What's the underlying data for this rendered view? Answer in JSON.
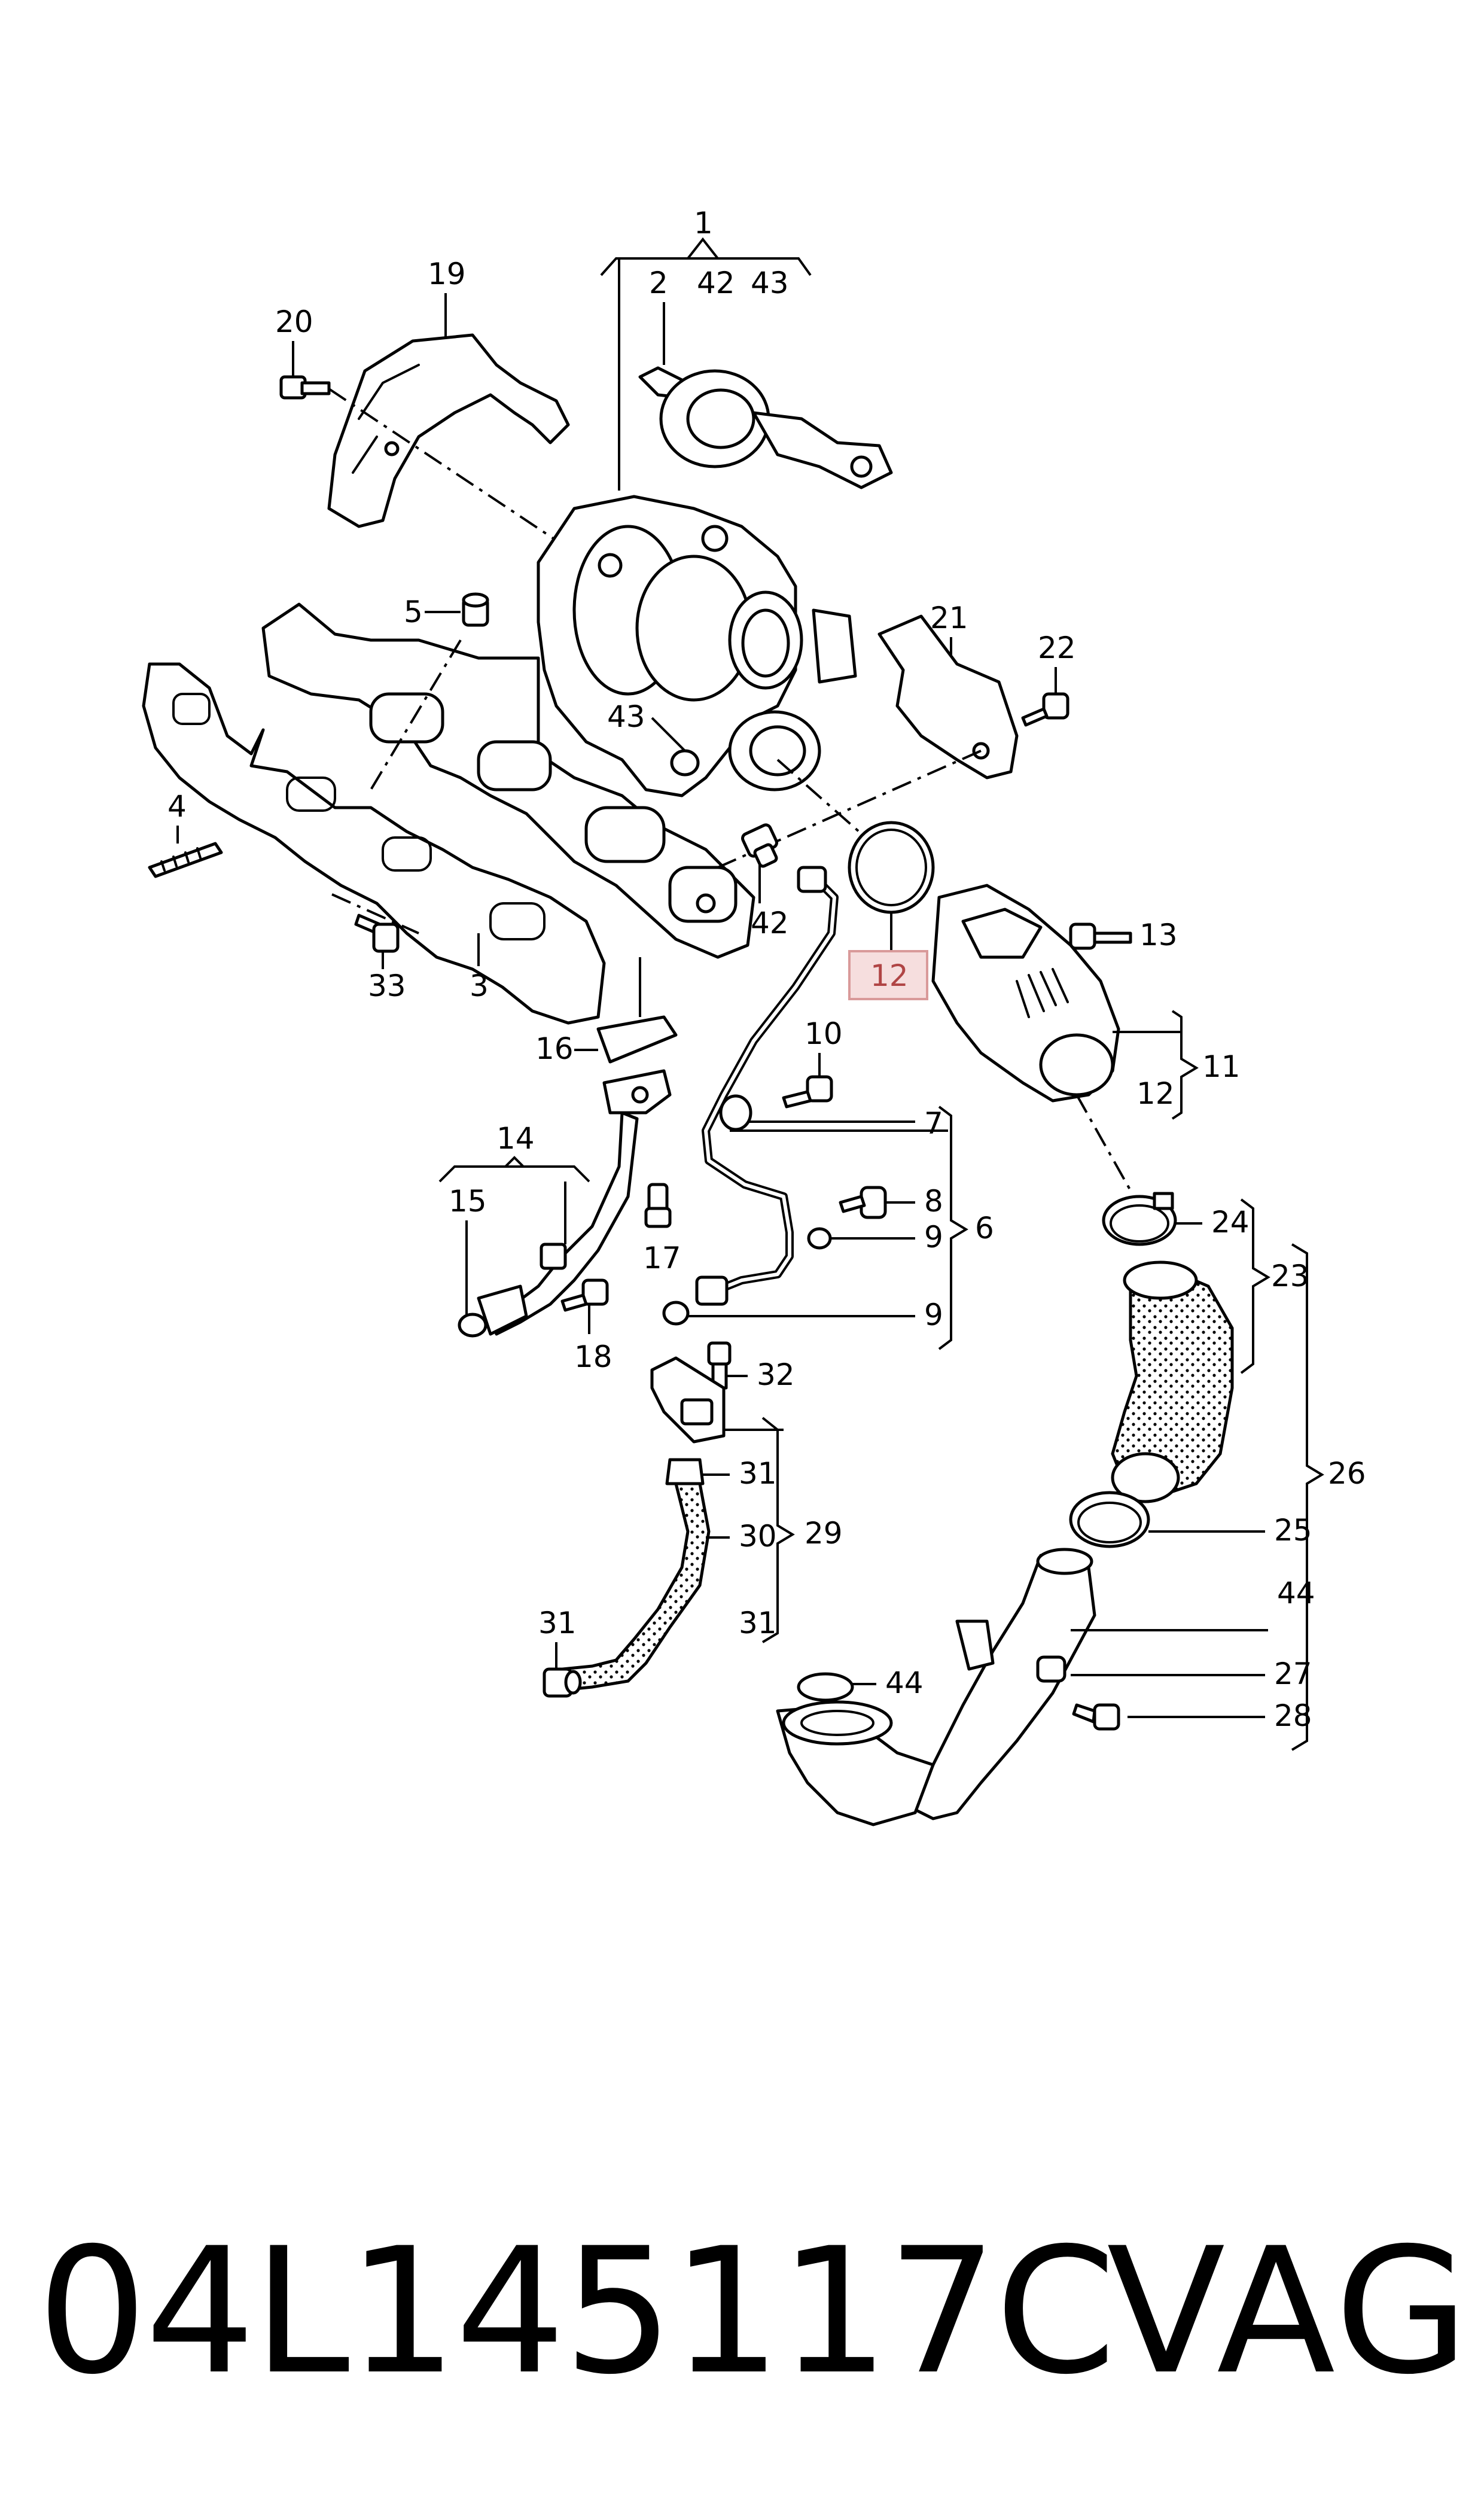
{
  "callouts": {
    "c1": "1",
    "c2": "2",
    "c3": "3",
    "c4": "4",
    "c5": "5",
    "c6": "6",
    "c7": "7",
    "c8": "8",
    "c9a": "9",
    "c9b": "9",
    "c10": "10",
    "c11": "11",
    "c12a": "12",
    "c12b": "12",
    "c13": "13",
    "c14": "14",
    "c15": "15",
    "c16": "16",
    "c17": "17",
    "c18": "18",
    "c19": "19",
    "c20": "20",
    "c21": "21",
    "c22": "22",
    "c23": "23",
    "c24": "24",
    "c25": "25",
    "c26": "26",
    "c27": "27",
    "c28": "28",
    "c29": "29",
    "c30": "30",
    "c31a": "31",
    "c31b": "31",
    "c31c": "31",
    "c32": "32",
    "c33": "33",
    "c42a": "42",
    "c42b": "42",
    "c43a": "43",
    "c43b": "43",
    "c44a": "44",
    "c44b": "44"
  },
  "highlight": {
    "color": "#f6dede",
    "border": "#d99a9a",
    "text": "#b04545"
  },
  "caption": {
    "part_number": "04L145117C",
    "brand": "VAG"
  }
}
